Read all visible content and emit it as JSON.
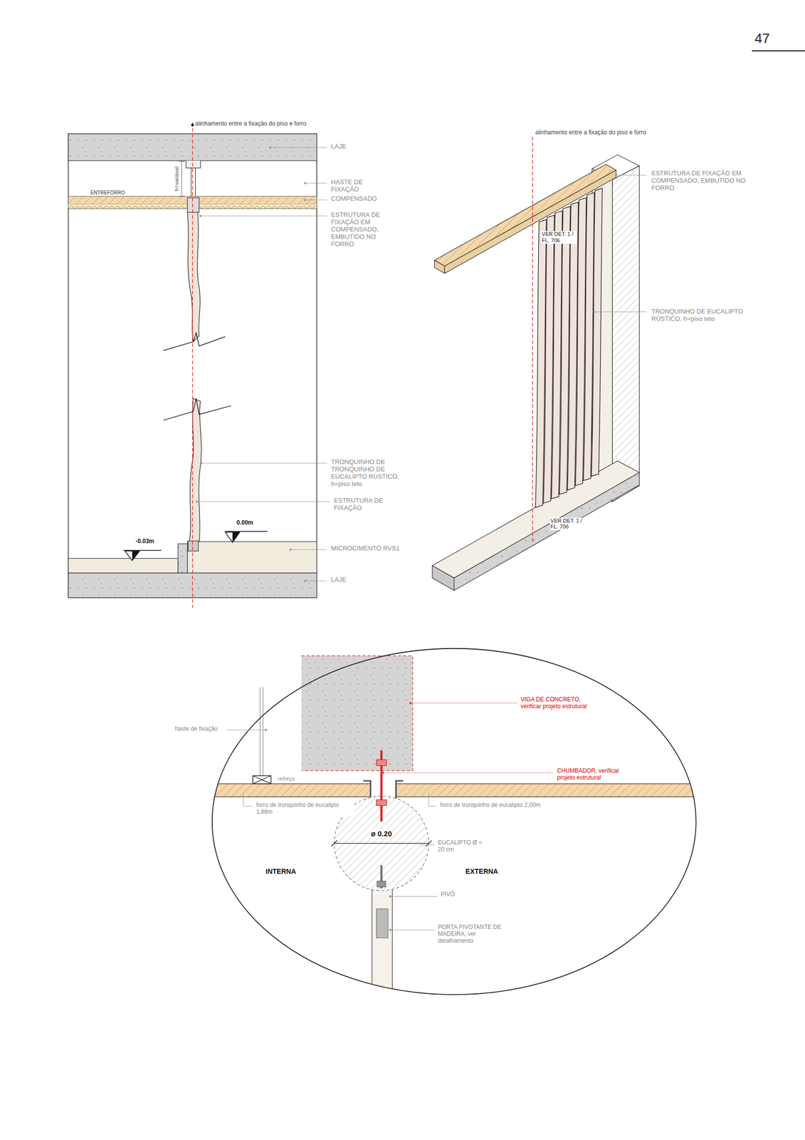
{
  "diagram": {
    "labels": [
      "47",
      "alinhamento entre a fixação do piso e forro",
      "LAJE",
      "h=variável",
      "HASTE DE FIXAÇÃO",
      "ENTREFORRO",
      "COMPENSADO",
      "ESTRUTURA DE FIXAÇÃO EM COMPENSADO, EMBUTIDO NO FORRO",
      "TRONQUINHO DE TRONQUINHO DE EUCALIPTO RÚSTICO, h=piso teto",
      "ESTRUTURA DE FIXAÇÃO",
      "0.00m",
      "-0.03m",
      "MICROCIMENTO RVS1",
      "LAJE",
      "alinhamento entre a fixação do piso e forro",
      "ESTRUTURA DE FIXAÇÃO EM COMPENSADO, EMBUTIDO NO FORRO",
      "VER DET. 1 / FL. 706",
      "TRONQUINHO DE EUCALIPTO RÚSTICO, h=piso teto",
      "VER DET. 1 / FL. 706",
      "haste de fixação",
      "reforço",
      "VIGA DE CONCRETO, verificar projeto estrutural",
      "CHUMBADOR, verificar projeto estrutural",
      "forro de tronquinho de eucalipto 1,66m",
      "forro de tronquinho de eucalipto 2,00m",
      "ø 0.20",
      "EUCALIPTO Ø = 20 cm",
      "INTERNA",
      "EXTERNA",
      "PIVÔ",
      "PORTA PIVOTANTE DE MADEIRA, ver detalhamento"
    ]
  }
}
